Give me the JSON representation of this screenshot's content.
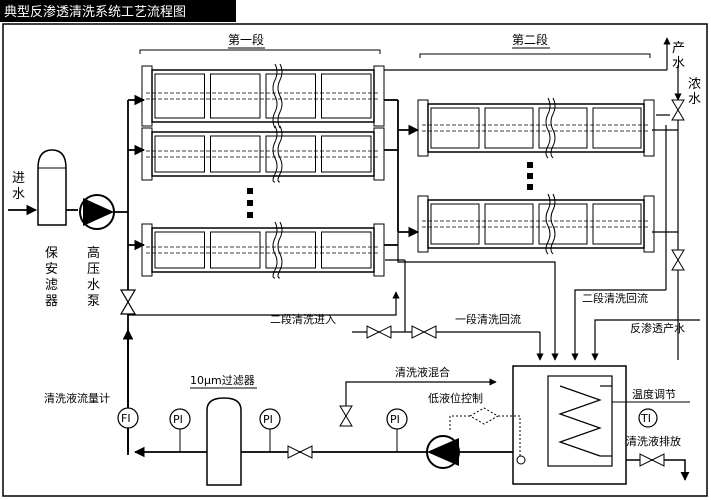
{
  "title": "典型反渗透清洗系统工艺流程图",
  "stage1_label": "第一段",
  "stage2_label": "第二段",
  "inlet_label": "进\n水",
  "product_label": "产\n水",
  "concentrate_label": "浓\n水",
  "security_filter_label": "保\n安\n滤\n器",
  "hp_pump_label": "高\n压\n水\n泵",
  "stage2_clean_in": "二段清洗进入",
  "stage1_clean_return": "一段清洗回流",
  "stage2_clean_return": "二段清洗回流",
  "ro_product_water": "反渗透产水",
  "clean_mix": "清洗液混合",
  "low_level_control": "低液位控制",
  "temp_control": "温度调节",
  "clean_discharge": "清洗液排放",
  "clean_flowmeter": "清洗液流量计",
  "micro_filter": "10μm过滤器",
  "instruments": {
    "fi": "FI",
    "pi1": "PI",
    "pi2": "PI",
    "pi3": "PI",
    "ti": "TI"
  },
  "ellipsis": "⋮"
}
